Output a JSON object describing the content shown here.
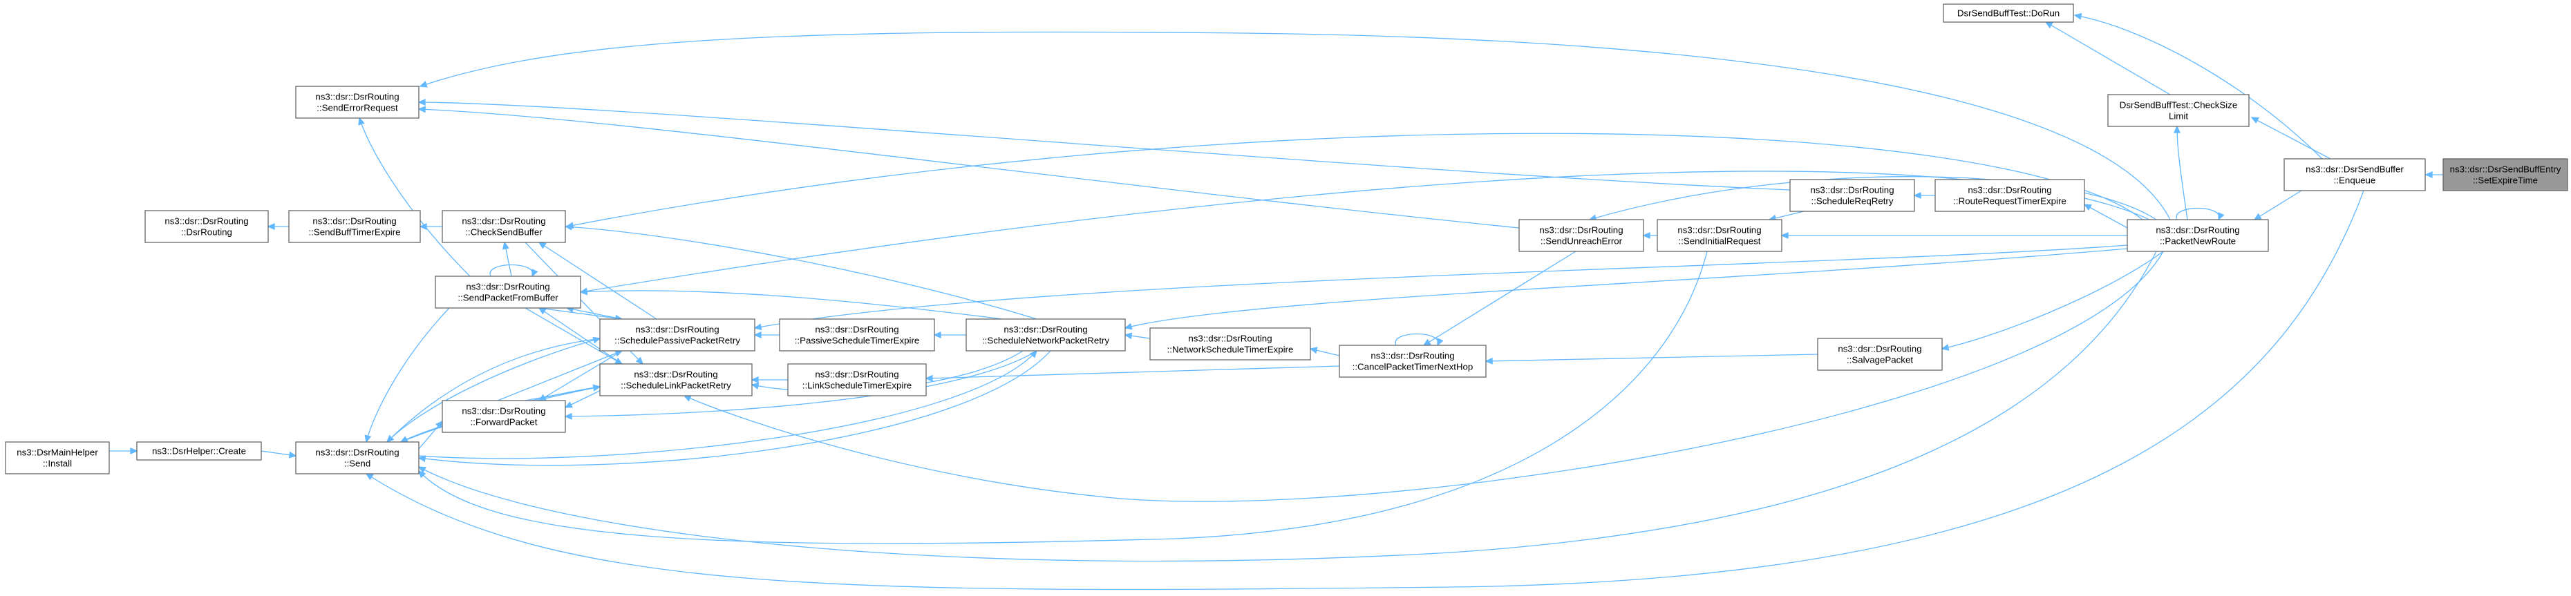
{
  "graph": {
    "title": "",
    "nodes": {
      "doRun": [
        "DsrSendBuffTest::DoRun"
      ],
      "checkSize": [
        "DsrSendBuffTest::CheckSize",
        "Limit"
      ],
      "enqueue": [
        "ns3::dsr::DsrSendBuffer",
        "::Enqueue"
      ],
      "setExpire": [
        "ns3::dsr::DsrSendBuffEntry",
        "::SetExpireTime"
      ],
      "packetNewRoute": [
        "ns3::dsr::DsrRouting",
        "::PacketNewRoute"
      ],
      "routeReqTimer": [
        "ns3::dsr::DsrRouting",
        "::RouteRequestTimerExpire"
      ],
      "scheduleReqRetry": [
        "ns3::dsr::DsrRouting",
        "::ScheduleReqRetry"
      ],
      "sendInitialReq": [
        "ns3::dsr::DsrRouting",
        "::SendInitialRequest"
      ],
      "sendUnreachErr": [
        "ns3::dsr::DsrRouting",
        "::SendUnreachError"
      ],
      "salvagePacket": [
        "ns3::dsr::DsrRouting",
        "::SalvagePacket"
      ],
      "cancelTimer": [
        "ns3::dsr::DsrRouting",
        "::CancelPacketTimerNextHop"
      ],
      "netSchedTimer": [
        "ns3::dsr::DsrRouting",
        "::NetworkScheduleTimerExpire"
      ],
      "schedNetRetry": [
        "ns3::dsr::DsrRouting",
        "::ScheduleNetworkPacketRetry"
      ],
      "passSchedTimer": [
        "ns3::dsr::DsrRouting",
        "::PassiveScheduleTimerExpire"
      ],
      "linkSchedTimer": [
        "ns3::dsr::DsrRouting",
        "::LinkScheduleTimerExpire"
      ],
      "schedPassRetry": [
        "ns3::dsr::DsrRouting",
        "::SchedulePassivePacketRetry"
      ],
      "schedLinkRetry": [
        "ns3::dsr::DsrRouting",
        "::ScheduleLinkPacketRetry"
      ],
      "sendErrorReq": [
        "ns3::dsr::DsrRouting",
        "::SendErrorRequest"
      ],
      "checkSendBuf": [
        "ns3::dsr::DsrRouting",
        "::CheckSendBuffer"
      ],
      "sendPktFromBuf": [
        "ns3::dsr::DsrRouting",
        "::SendPacketFromBuffer"
      ],
      "forwardPacket": [
        "ns3::dsr::DsrRouting",
        "::ForwardPacket"
      ],
      "send": [
        "ns3::dsr::DsrRouting",
        "::Send"
      ],
      "sendBuffTimer": [
        "ns3::dsr::DsrRouting",
        "::SendBuffTimerExpire"
      ],
      "dsrRouting": [
        "ns3::dsr::DsrRouting",
        "::DsrRouting"
      ],
      "helperCreate": [
        "ns3::DsrHelper::Create"
      ],
      "mainInstall": [
        "ns3::DsrMainHelper",
        "::Install"
      ]
    },
    "colors": {
      "edge": "#63b8ff",
      "node_border": "#666666",
      "node_fill": "#ffffff",
      "highlight_fill": "#999999"
    }
  }
}
